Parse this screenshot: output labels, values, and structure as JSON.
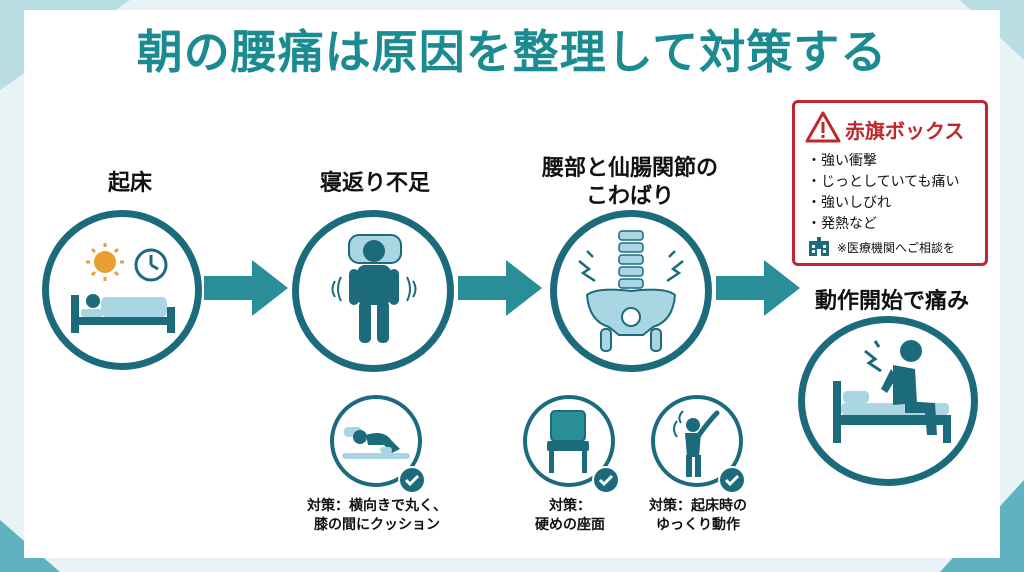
{
  "title": "朝の腰痛は原因を整理して対策する",
  "steps": [
    {
      "label": "起床"
    },
    {
      "label": "寝返り不足"
    },
    {
      "label_line1": "腰部と仙腸関節の",
      "label_line2": "こわばり"
    },
    {
      "label": "動作開始で痛み"
    }
  ],
  "countermeasures": [
    {
      "line1": "対策：横向きで丸く、",
      "line2": "膝の間にクッション"
    },
    {
      "line1": "対策：",
      "line2": "硬めの座面"
    },
    {
      "line1": "対策：起床時の",
      "line2": "ゆっくり動作"
    }
  ],
  "red_flag": {
    "title": "赤旗ボックス",
    "items": [
      "強い衝撃",
      "じっとしていても痛い",
      "強いしびれ",
      "発熱など"
    ],
    "note": "※医療機関へご相談を"
  },
  "colors": {
    "teal_dark": "#1c6b7d",
    "teal_title": "#1b8b92",
    "arrow": "#2a8e99",
    "red": "#c0272d",
    "light_blue": "#a9d6e2",
    "sun": "#e8a033"
  }
}
